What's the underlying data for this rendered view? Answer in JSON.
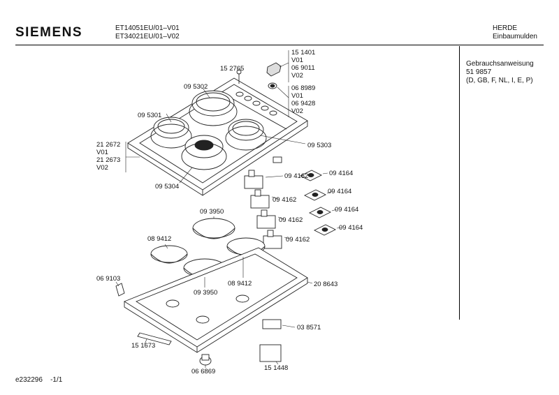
{
  "header": {
    "brand": "SIEMENS",
    "model_line_1": "ET14051EU/01–V01",
    "model_line_2": "ET34021EU/01–V02",
    "category_line_1": "HERDE",
    "category_line_2": "Einbaumulden"
  },
  "document_box": {
    "title": "Gebrauchsanweisung",
    "number": "51 9857",
    "languages": "(D, GB, F, NL, I, E, P)"
  },
  "parts": {
    "p151401": "15 1401",
    "p151401_v": "V01",
    "p069011": "06 9011",
    "p069011_v": "V02",
    "p068989": "06 8989",
    "p068989_v": "V01",
    "p069428": "06 9428",
    "p069428_v": "V02",
    "p152765": "15 2765",
    "p095302": "09 5302",
    "p095301": "09 5301",
    "p095303": "09 5303",
    "p095304": "09 5304",
    "p212672": "21 2672",
    "p212672_v": "V01",
    "p212673": "21 2673",
    "p212673_v": "V02",
    "p094162_a": "09 4162",
    "p094162_b": "09 4162",
    "p094162_c": "09 4162",
    "p094162_d": "09 4162",
    "p094164_a": "09 4164",
    "p094164_b": "09 4164",
    "p094164_c": "09 4164",
    "p094164_d": "09 4164",
    "p093950_a": "09 3950",
    "p093950_b": "09 3950",
    "p089412_a": "08 9412",
    "p089412_b": "08 9412",
    "p069103": "06 9103",
    "p208643": "20 8643",
    "p038571": "03 8571",
    "p151673": "15 1673",
    "p151448": "15 1448",
    "p066869": "06 6869"
  },
  "footer": {
    "drawing_id": "e232296",
    "page": "-1/1"
  }
}
